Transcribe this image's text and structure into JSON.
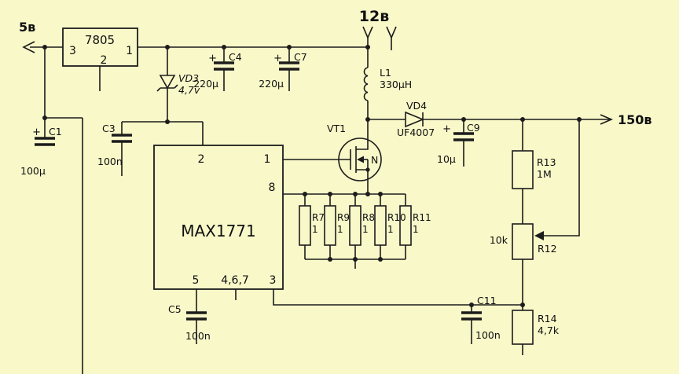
{
  "colors": {
    "background": "#f8f8c9",
    "wire": "#1c1c1c",
    "text": "#101010"
  },
  "power": {
    "v5": "5в",
    "v12": "12в",
    "v150": "150в"
  },
  "regulator": {
    "name": "7805",
    "pin_in": "1",
    "pin_gnd": "2",
    "pin_out": "3"
  },
  "ic": {
    "name": "MAX1771",
    "pin2": "2",
    "pin1": "1",
    "pin8": "8",
    "pin5": "5",
    "pin467": "4,6,7",
    "pin3": "3"
  },
  "capacitors": {
    "c1": {
      "ref": "C1",
      "value": "100µ",
      "polarity": "+"
    },
    "c3": {
      "ref": "C3",
      "value": "100n"
    },
    "c4": {
      "ref": "C4",
      "value": "220µ",
      "polarity": "+"
    },
    "c7": {
      "ref": "C7",
      "value": "220µ",
      "polarity": "+"
    },
    "c5": {
      "ref": "C5",
      "value": "100n"
    },
    "c9": {
      "ref": "C9",
      "value": "10µ",
      "polarity": "+"
    },
    "c11": {
      "ref": "C11",
      "value": "100n"
    }
  },
  "diodes": {
    "vd3": {
      "ref": "VD3",
      "value": "4,7v"
    },
    "vd4": {
      "ref": "VD4",
      "value": "UF4007"
    }
  },
  "transistor": {
    "ref": "VT1",
    "channel": "N"
  },
  "inductor": {
    "ref": "L1",
    "value": "330µH"
  },
  "resistors": {
    "r7": {
      "ref": "R7",
      "value": "1"
    },
    "r9": {
      "ref": "R9",
      "value": "1"
    },
    "r8": {
      "ref": "R8",
      "value": "1"
    },
    "r10": {
      "ref": "R10",
      "value": "1"
    },
    "r11": {
      "ref": "R11",
      "value": "1"
    },
    "r13": {
      "ref": "R13",
      "value": "1M"
    },
    "r12": {
      "ref": "R12",
      "value": "10k"
    },
    "r14": {
      "ref": "R14",
      "value": "4,7k"
    }
  }
}
